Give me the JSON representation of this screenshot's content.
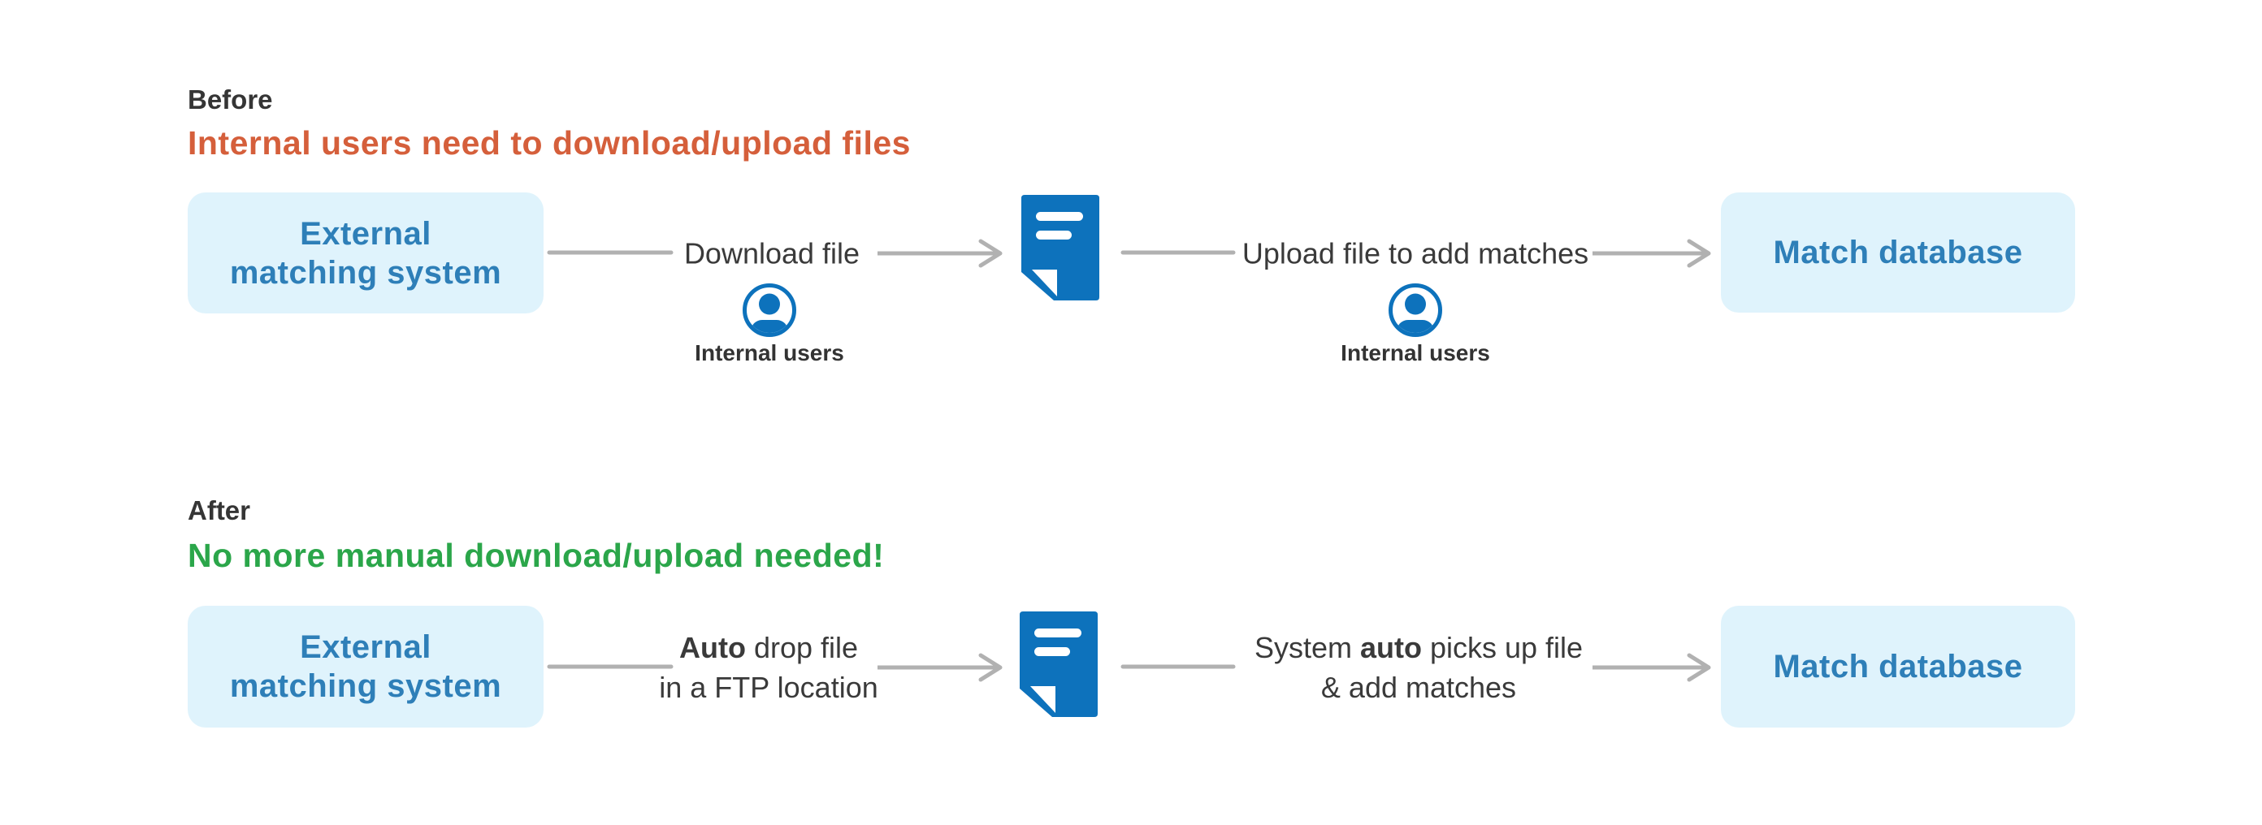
{
  "diagram": {
    "sections": [
      {
        "heading": "Before",
        "subtitle": "Internal users need to download/upload files",
        "source_box": {
          "line1": "External",
          "line2": "matching system"
        },
        "target_box": {
          "label": "Match database"
        },
        "step1": {
          "text": "Download file"
        },
        "step2": {
          "text": "Upload file to add matches"
        },
        "actor1": {
          "label": "Internal users"
        },
        "actor2": {
          "label": "Internal users"
        }
      },
      {
        "heading": "After",
        "subtitle": "No more manual download/upload needed!",
        "source_box": {
          "line1": "External",
          "line2": "matching system"
        },
        "target_box": {
          "label": "Match database"
        },
        "step1": {
          "bold": "Auto",
          "rest": " drop file",
          "line2": "in a FTP location"
        },
        "step2": {
          "pre": "System ",
          "bold": "auto",
          "post": " picks up file",
          "line2": "& add matches"
        }
      }
    ],
    "icons": {
      "document": "document-icon (blue page, folded bottom-left corner, two white text lines)",
      "user": "user-icon (blue outlined circle with person silhouette)"
    },
    "colors": {
      "subtitle_before": "#D55F3B",
      "subtitle_after": "#2BA64A",
      "box_background": "#DFF3FC",
      "box_text": "#2E7FB8",
      "icon_blue": "#0D72BC",
      "arrow_gray": "#B1B1B1",
      "heading_text": "#353535",
      "label_text": "#3A3A3A",
      "page_background": "#FFFFFF"
    }
  }
}
